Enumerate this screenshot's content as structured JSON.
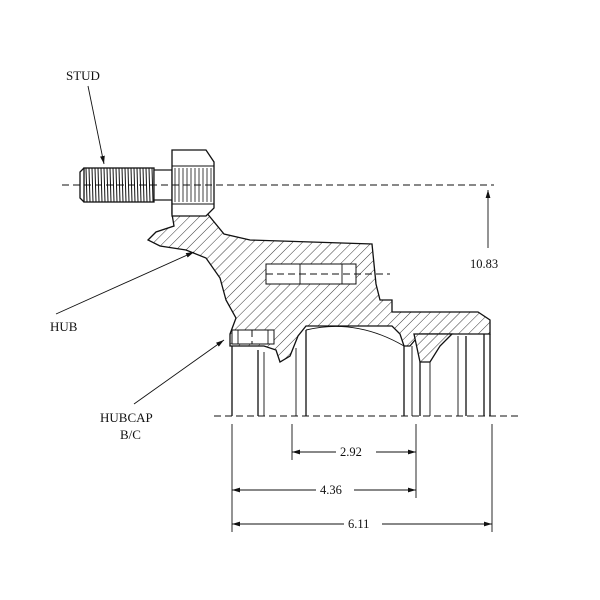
{
  "labels": {
    "stud": "STUD",
    "hub": "HUB",
    "hubcap_line1": "HUBCAP",
    "hubcap_line2": "B/C"
  },
  "dimensions": {
    "height": "10.83",
    "inner": "2.92",
    "middle": "4.36",
    "outer": "6.11"
  },
  "icons": {
    "leader": "leader-arrow",
    "dimension": "dimension-arrow"
  }
}
